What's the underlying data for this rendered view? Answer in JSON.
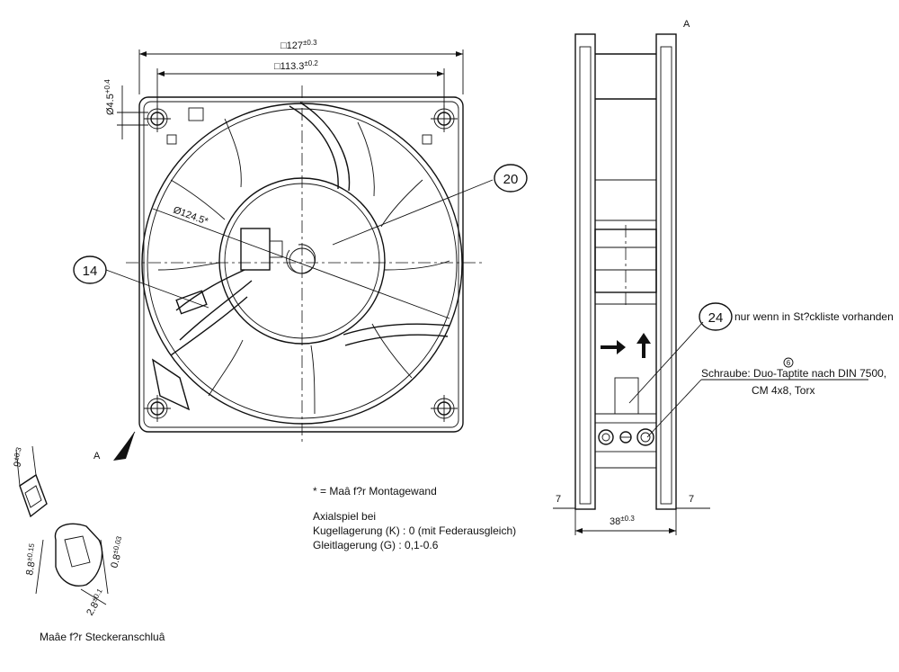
{
  "dimensions": {
    "outer_width": "□127",
    "outer_width_tol": "±0.3",
    "hole_spacing": "□113.3",
    "hole_spacing_tol": "±0.2",
    "hole_diameter": "Ø4.5",
    "hole_diameter_tol": "+0.4",
    "fan_diameter": "Ø124.5*",
    "depth": "38",
    "depth_tol": "±0.3",
    "flange_left": "7",
    "flange_right": "7",
    "conn_9": "9",
    "conn_9_tol": "±0.3",
    "conn_8_8": "8.8",
    "conn_8_8_tol": "±0.15",
    "conn_0_8": "0.8",
    "conn_0_8_tol": "±0.03",
    "conn_2_8": "2.8",
    "conn_2_8_tol": "±0.1"
  },
  "callouts": {
    "c20": "20",
    "c14": "14",
    "c24": "24"
  },
  "view_labels": {
    "view_a_top": "A",
    "view_a_arrow": "A"
  },
  "notes": {
    "montage": "* = Maâ f?r Montagewand",
    "axialspiel": "Axialspiel bei",
    "kugel": "Kugellagerung (K) : 0 (mit Federausgleich)",
    "gleit": "Gleitlagerung (G) : 0,1-0.6",
    "stecker": "Maâe f?r Steckeranschluâ",
    "stueckliste": "nur wenn in St?ckliste vorhanden",
    "schraube_num": "6",
    "schraube_1": "Schraube: Duo-Taptite nach DIN 7500,",
    "schraube_2": "CM 4x8, Torx"
  }
}
